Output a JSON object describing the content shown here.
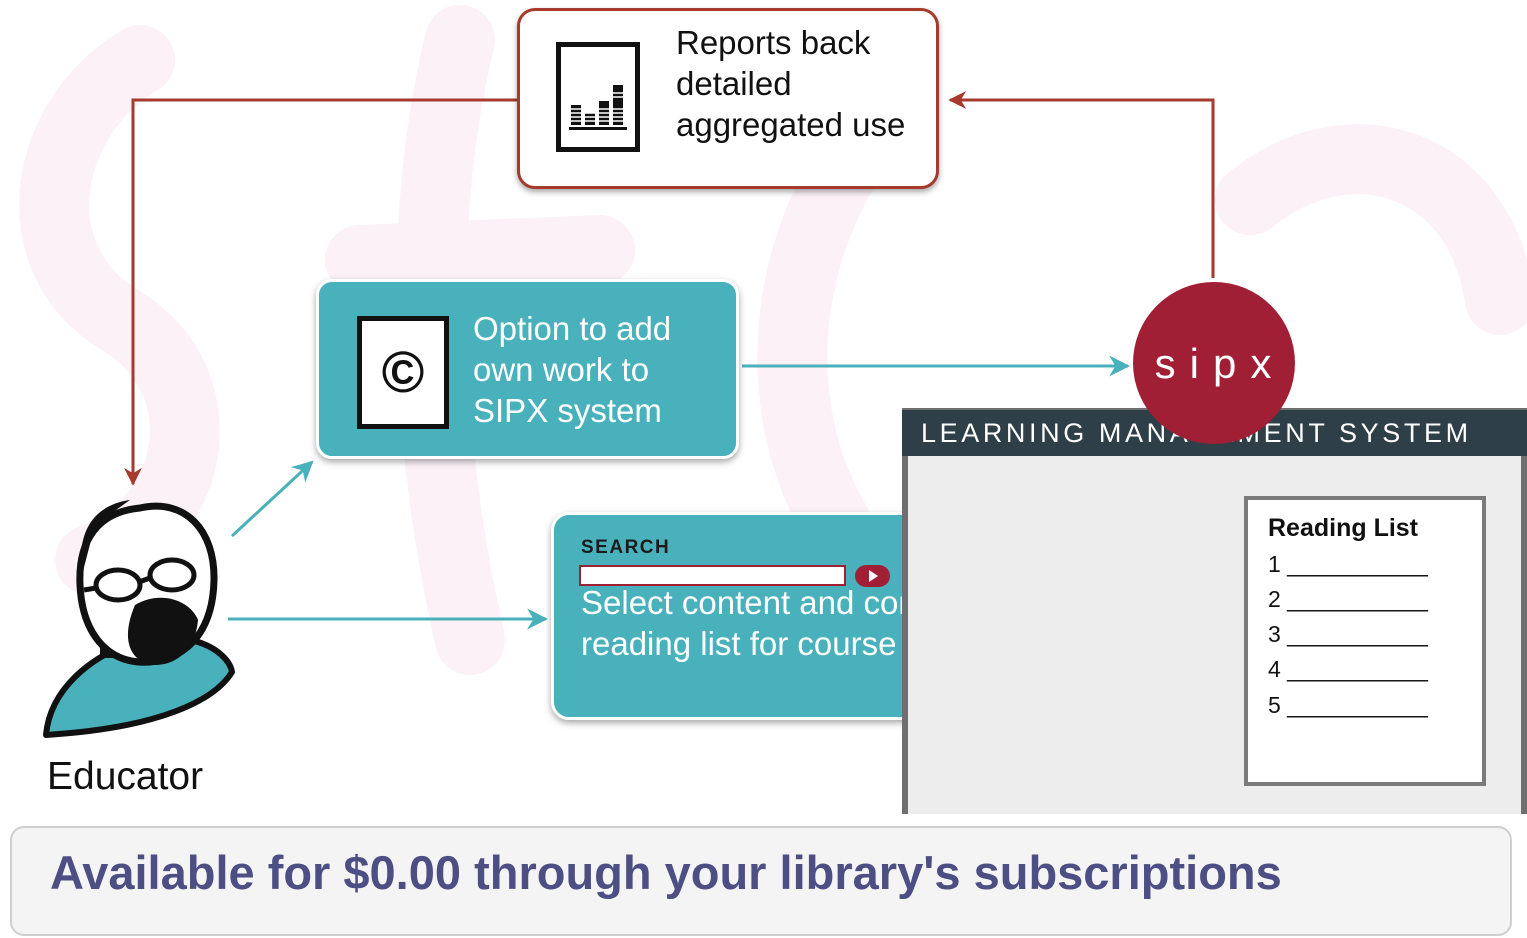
{
  "report": {
    "text": "Reports back detailed aggregated use",
    "icon": "bar-chart-document-icon"
  },
  "option": {
    "text": "Option to add own work to SIPX system",
    "icon": "copyright-document-icon",
    "copyright_symbol": "©"
  },
  "search": {
    "label": "SEARCH",
    "button_icon": "play-icon",
    "text": "Select content and compile reading list for course"
  },
  "sipx": {
    "logo_text": "sipx"
  },
  "lms": {
    "title": "LEARNING MANAGEMENT SYSTEM",
    "reading_list": {
      "title": "Reading List",
      "items": [
        "1 ___________",
        "2 ___________",
        "3 ___________",
        "4 ___________",
        "5 ___________"
      ]
    }
  },
  "educator": {
    "label": "Educator",
    "icon": "educator-avatar-icon"
  },
  "availability": {
    "text": "Available for $0.00 through your library's subscriptions"
  },
  "colors": {
    "teal": "#49b1bc",
    "maroon": "#a11f35",
    "red_arrow": "#a63a2c",
    "lms_header": "#2f3f48",
    "availability_text": "#4d4f84"
  }
}
